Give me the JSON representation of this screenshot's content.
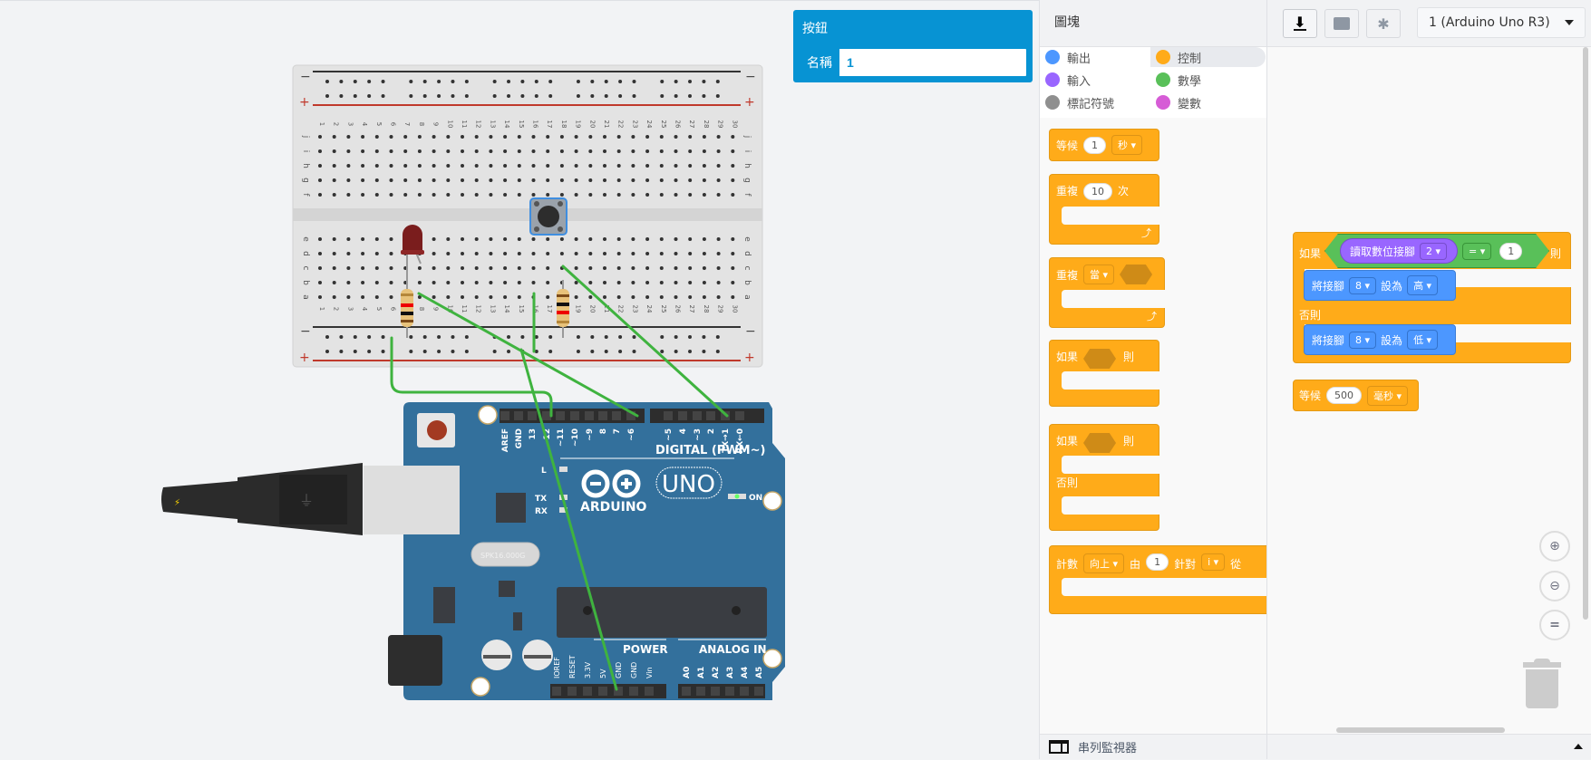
{
  "inspector": {
    "title": "按鈕",
    "name_label": "名稱",
    "name_value": "1"
  },
  "breadboard": {
    "column_numbers": [
      "1",
      "2",
      "3",
      "4",
      "5",
      "6",
      "7",
      "8",
      "9",
      "10",
      "11",
      "12",
      "13",
      "14",
      "15",
      "16",
      "17",
      "18",
      "19",
      "20",
      "21",
      "22",
      "23",
      "24",
      "25",
      "26",
      "27",
      "28",
      "29",
      "30"
    ],
    "row_letters_top": [
      "j",
      "i",
      "h",
      "g",
      "f"
    ],
    "row_letters_bottom": [
      "e",
      "d",
      "c",
      "b",
      "a"
    ],
    "rail_minus": "−",
    "rail_plus": "+"
  },
  "arduino": {
    "brand": "ARDUINO",
    "model": "UNO",
    "digital_label": "DIGITAL (PWM~)",
    "power_label": "POWER",
    "analog_label": "ANALOG IN",
    "digital_pins": [
      "AREF",
      "GND",
      "13",
      "12",
      "~11",
      "~10",
      "~9",
      "8",
      "7",
      "~6",
      "~5",
      "4",
      "~3",
      "2",
      "TX→1",
      "RX←0"
    ],
    "power_pins": [
      "IOREF",
      "RESET",
      "3.3V",
      "5V",
      "GND",
      "GND",
      "Vin"
    ],
    "analog_pins": [
      "A0",
      "A1",
      "A2",
      "A3",
      "A4",
      "A5"
    ],
    "led_labels": [
      "L",
      "TX",
      "RX"
    ],
    "on_label": "ON",
    "crystal": "SPK16.000G"
  },
  "blocks_panel": {
    "title": "圖塊",
    "categories": [
      {
        "label": "輸出",
        "color": "#4c97ff",
        "active": false
      },
      {
        "label": "控制",
        "color": "#ffab19",
        "active": true
      },
      {
        "label": "輸入",
        "color": "#9966ff",
        "active": false
      },
      {
        "label": "數學",
        "color": "#59c059",
        "active": false
      },
      {
        "label": "標記符號",
        "color": "#8f8f8f",
        "active": false
      },
      {
        "label": "變數",
        "color": "#d65cd6",
        "active": false
      }
    ],
    "flyout": {
      "wait": {
        "label": "等候",
        "value": "1",
        "unit": "秒"
      },
      "repeat": {
        "label": "重複",
        "value": "10",
        "unit": "次"
      },
      "repeat_while": {
        "label": "重複",
        "mode": "當"
      },
      "if_then": {
        "if": "如果",
        "then": "則"
      },
      "if_else": {
        "if": "如果",
        "then": "則",
        "else": "否則"
      },
      "count": {
        "label": "計數",
        "dir": "向上",
        "from": "由",
        "start": "1",
        "for": "針對",
        "var": "i",
        "from2": "從"
      }
    },
    "serial_monitor": "串列監視器"
  },
  "toolbar": {
    "download_icon": "download-icon",
    "library_icon": "library-icon",
    "debug_icon": "bug-icon",
    "board": "1 (Arduino Uno R3)"
  },
  "code": {
    "if": "如果",
    "read_pin": "讀取數位接腳",
    "read_pin_value": "2",
    "op": "=",
    "compare_value": "1",
    "then": "則",
    "set_pin_label": "將接腳",
    "set_pin_value": "8",
    "set_as": "設為",
    "high": "高",
    "else": "否則",
    "low": "低",
    "wait": "等候",
    "wait_value": "500",
    "wait_unit": "毫秒"
  }
}
